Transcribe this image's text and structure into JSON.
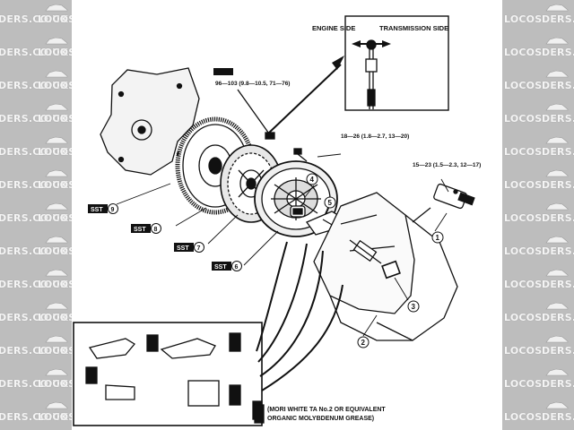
{
  "watermark": {
    "left_text": "DERS.CO.UK",
    "left_brand": "LOCOS",
    "right_text": "LOCOS",
    "right_brand": "DERS.CO.UK"
  },
  "labels": {
    "engine_side": "ENGINE SIDE",
    "transmission_side": "TRANSMISSION SIDE",
    "torque_flywheel": "96—103 (9.8—10.5, 71—76)",
    "torque_cover": "18—26 (1.8—2.7, 13—20)",
    "torque_cylinder": "15—23 (1.5—2.3, 12—17)",
    "grease_line1": "(MORI WHITE TA No.2 OR EQUIVALENT",
    "grease_line2": "ORGANIC MOLYBDENUM GREASE)"
  },
  "sst_tags": [
    {
      "tag": "SST",
      "num": "9"
    },
    {
      "tag": "SST",
      "num": "8"
    },
    {
      "tag": "SST",
      "num": "7"
    },
    {
      "tag": "SST",
      "num": "6"
    }
  ],
  "callouts": [
    "1",
    "2",
    "3",
    "4",
    "5"
  ]
}
